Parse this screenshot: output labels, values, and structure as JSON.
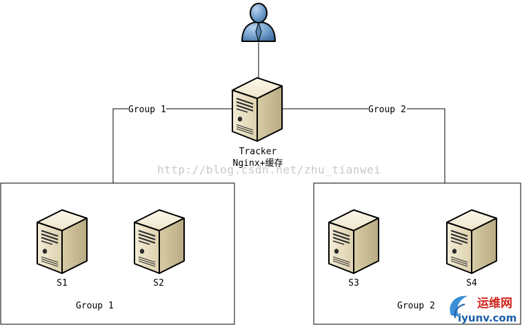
{
  "diagram": {
    "tracker": {
      "line1": "Tracker",
      "line2": "Nginx+缓存"
    },
    "links": {
      "left_label": "Group 1",
      "right_label": "Group 2"
    },
    "groups": [
      {
        "label": "Group 1",
        "servers": [
          {
            "label": "S1"
          },
          {
            "label": "S2"
          }
        ]
      },
      {
        "label": "Group 2",
        "servers": [
          {
            "label": "S3"
          },
          {
            "label": "S4"
          }
        ]
      }
    ],
    "watermark": "http://blog.csdn.net/zhu_tianwei",
    "brand": {
      "name_cn": "运维网",
      "domain": "iyunv.com"
    }
  },
  "colors": {
    "server_face": "#e9dfc4",
    "server_side": "#c9bc98",
    "server_top": "#f5efdc",
    "user_body": "#6f9cc9",
    "brand_red": "#d0241b",
    "brand_blue": "#1a5ea8",
    "watermark": "#c8c8c8"
  }
}
